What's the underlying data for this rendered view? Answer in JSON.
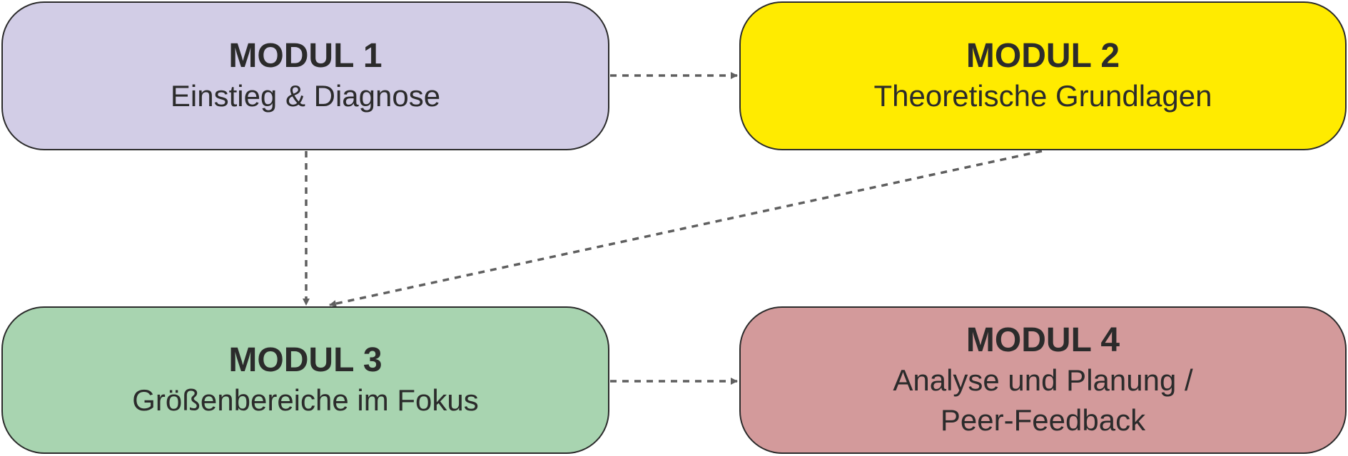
{
  "modules": [
    {
      "title": "MODUL 1",
      "subtitle_lines": [
        "Einstieg & Diagnose"
      ],
      "fill": "#d2cde6"
    },
    {
      "title": "MODUL 2",
      "subtitle_lines": [
        "Theoretische Grundlagen"
      ],
      "fill": "#ffeb00"
    },
    {
      "title": "MODUL 3",
      "subtitle_lines": [
        "Größenbereiche im Fokus"
      ],
      "fill": "#a8d4b0"
    },
    {
      "title": "MODUL 4",
      "subtitle_lines": [
        "Analyse und Planung /",
        "Peer-Feedback"
      ],
      "fill": "#d39a9b"
    }
  ],
  "connector_color": "#5f5f5f",
  "connections": [
    {
      "from": "MODUL 1",
      "to": "MODUL 2"
    },
    {
      "from": "MODUL 1",
      "to": "MODUL 3"
    },
    {
      "from": "MODUL 2",
      "to": "MODUL 3"
    },
    {
      "from": "MODUL 3",
      "to": "MODUL 4"
    }
  ]
}
